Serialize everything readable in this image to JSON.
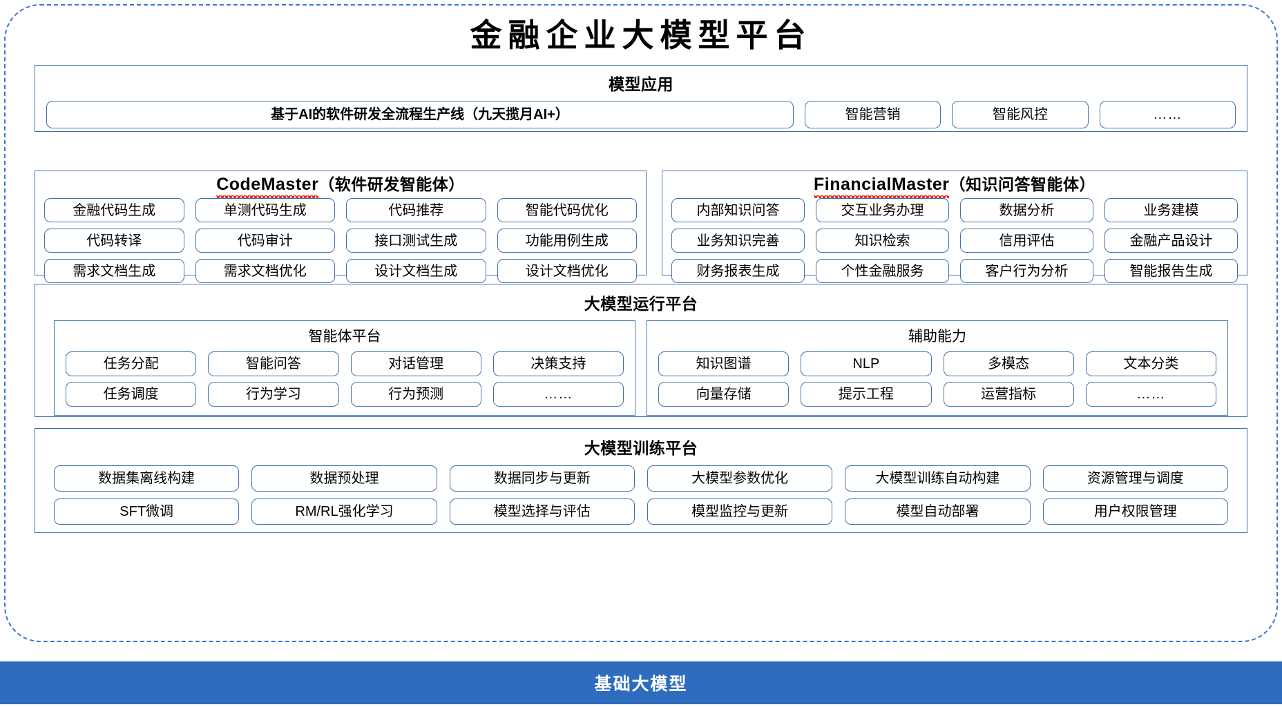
{
  "title": "金融企业大模型平台",
  "colors": {
    "outer_border": "#3B6FE0",
    "panel_border": "#3E72B0",
    "pill_border": "#3E72B0",
    "footer_bar": "#2E6DBE",
    "squiggle": "#E8201A",
    "text": "#000000",
    "footer_text": "#FFFFFF"
  },
  "sections": {
    "apps": {
      "title": "模型应用",
      "items": [
        "基于AI的软件研发全流程生产线（九天揽月AI+）",
        "智能营销",
        "智能风控",
        "……"
      ]
    },
    "code_master": {
      "title_latin": "CodeMaster",
      "title_cn": "（软件研发智能体）",
      "rows": [
        [
          "金融代码生成",
          "单测代码生成",
          "代码推荐",
          "智能代码优化"
        ],
        [
          "代码转译",
          "代码审计",
          "接口测试生成",
          "功能用例生成"
        ],
        [
          "需求文档生成",
          "需求文档优化",
          "设计文档生成",
          "设计文档优化"
        ]
      ]
    },
    "financial_master": {
      "title_latin": "FinancialMaster",
      "title_cn": "（知识问答智能体）",
      "rows": [
        [
          "内部知识问答",
          "交互业务办理",
          "数据分析",
          "业务建模"
        ],
        [
          "业务知识完善",
          "知识检索",
          "信用评估",
          "金融产品设计"
        ],
        [
          "财务报表生成",
          "个性金融服务",
          "客户行为分析",
          "智能报告生成"
        ]
      ]
    },
    "runtime": {
      "title": "大模型运行平台",
      "agent_platform": {
        "title": "智能体平台",
        "rows": [
          [
            "任务分配",
            "智能问答",
            "对话管理",
            "决策支持"
          ],
          [
            "任务调度",
            "行为学习",
            "行为预测",
            "……"
          ]
        ]
      },
      "support_capability": {
        "title": "辅助能力",
        "rows": [
          [
            "知识图谱",
            "NLP",
            "多模态",
            "文本分类"
          ],
          [
            "向量存储",
            "提示工程",
            "运营指标",
            "……"
          ]
        ]
      }
    },
    "training": {
      "title": "大模型训练平台",
      "rows": [
        [
          "数据集离线构建",
          "数据预处理",
          "数据同步与更新",
          "大模型参数优化",
          "大模型训练自动构建",
          "资源管理与调度"
        ],
        [
          "SFT微调",
          "RM/RL强化学习",
          "模型选择与评估",
          "模型监控与更新",
          "模型自动部署",
          "用户权限管理"
        ]
      ]
    }
  },
  "footer": {
    "label": "基础大模型"
  }
}
